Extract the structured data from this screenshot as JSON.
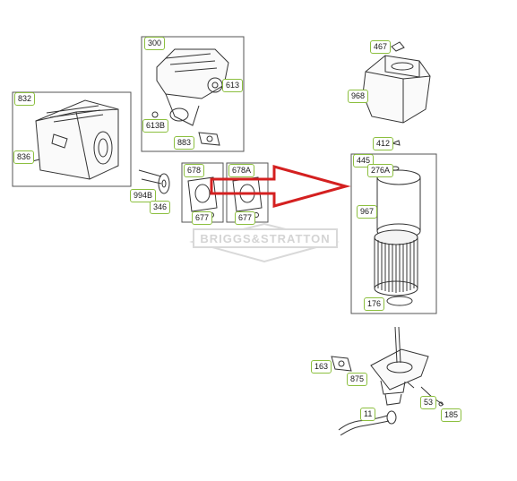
{
  "watermark": {
    "text": "BRIGGS&STRATTON"
  },
  "callouts": {
    "c832": "832",
    "c836": "836",
    "c300": "300",
    "c613": "613",
    "c613B": "613B",
    "c883": "883",
    "c994B": "994B",
    "c346": "346",
    "c678": "678",
    "c678A": "678A",
    "c677a": "677",
    "c677b": "677",
    "c467": "467",
    "c968": "968",
    "c412": "412",
    "c445": "445",
    "c276A": "276A",
    "c967": "967",
    "c176": "176",
    "c163": "163",
    "c875": "875",
    "c53": "53",
    "c185": "185",
    "c11": "11"
  },
  "colors": {
    "callout_border": "#8cbf3f",
    "arrow": "#d42020",
    "line_art": "#333333",
    "watermark": "#d9d9d9"
  },
  "icons": {
    "pointer": "red-arrow-icon"
  }
}
